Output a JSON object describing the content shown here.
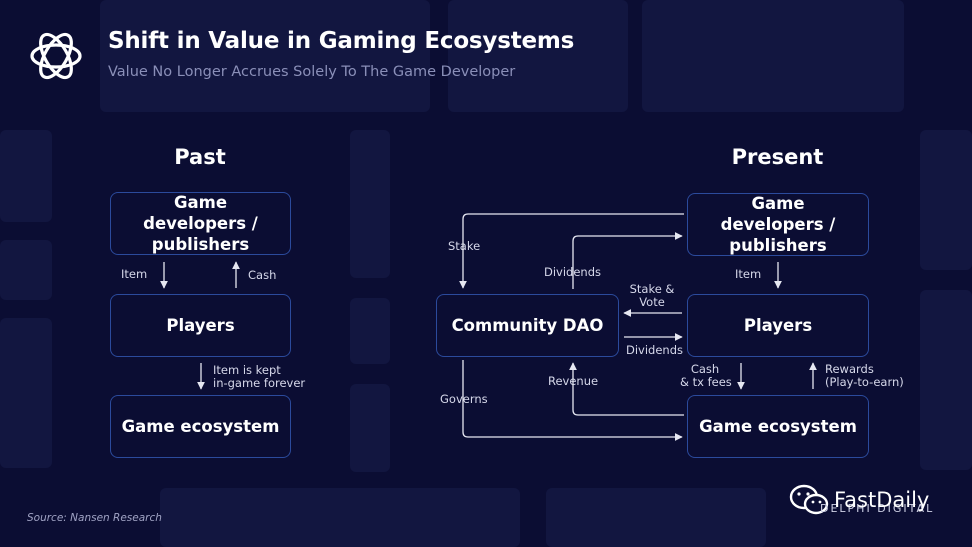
{
  "header": {
    "title": "Shift in Value in Gaming Ecosystems",
    "subtitle": "Value No Longer Accrues Solely To The Game Developer"
  },
  "past": {
    "heading": "Past",
    "nodes": {
      "developers": "Game developers / publishers",
      "players": "Players",
      "ecosystem": "Game ecosystem"
    },
    "edges": {
      "item": "Item",
      "cash": "Cash",
      "kept_line1": "Item is kept",
      "kept_line2": "in-game forever"
    }
  },
  "present": {
    "heading": "Present",
    "nodes": {
      "developers": "Game developers / publishers",
      "dao": "Community DAO",
      "players": "Players",
      "ecosystem": "Game ecosystem"
    },
    "edges": {
      "stake": "Stake",
      "dividends_top": "Dividends",
      "item": "Item",
      "stake_vote_line1": "Stake &",
      "stake_vote_line2": "Vote",
      "dividends_mid": "Dividends",
      "revenue": "Revenue",
      "governs": "Governs",
      "cash_line1": "Cash",
      "cash_line2": "& tx fees",
      "rewards_line1": "Rewards",
      "rewards_line2": "(Play-to-earn)"
    }
  },
  "footer": {
    "source": "Source: Nansen Research",
    "watermark": "FastDaily",
    "watermark_sub": "DELPHI DIGITAL"
  },
  "colors": {
    "background": "#0b0d33",
    "box_border": "#2b4a9c",
    "arrow": "#e6e7f2",
    "subtitle": "#8a8fb8"
  }
}
